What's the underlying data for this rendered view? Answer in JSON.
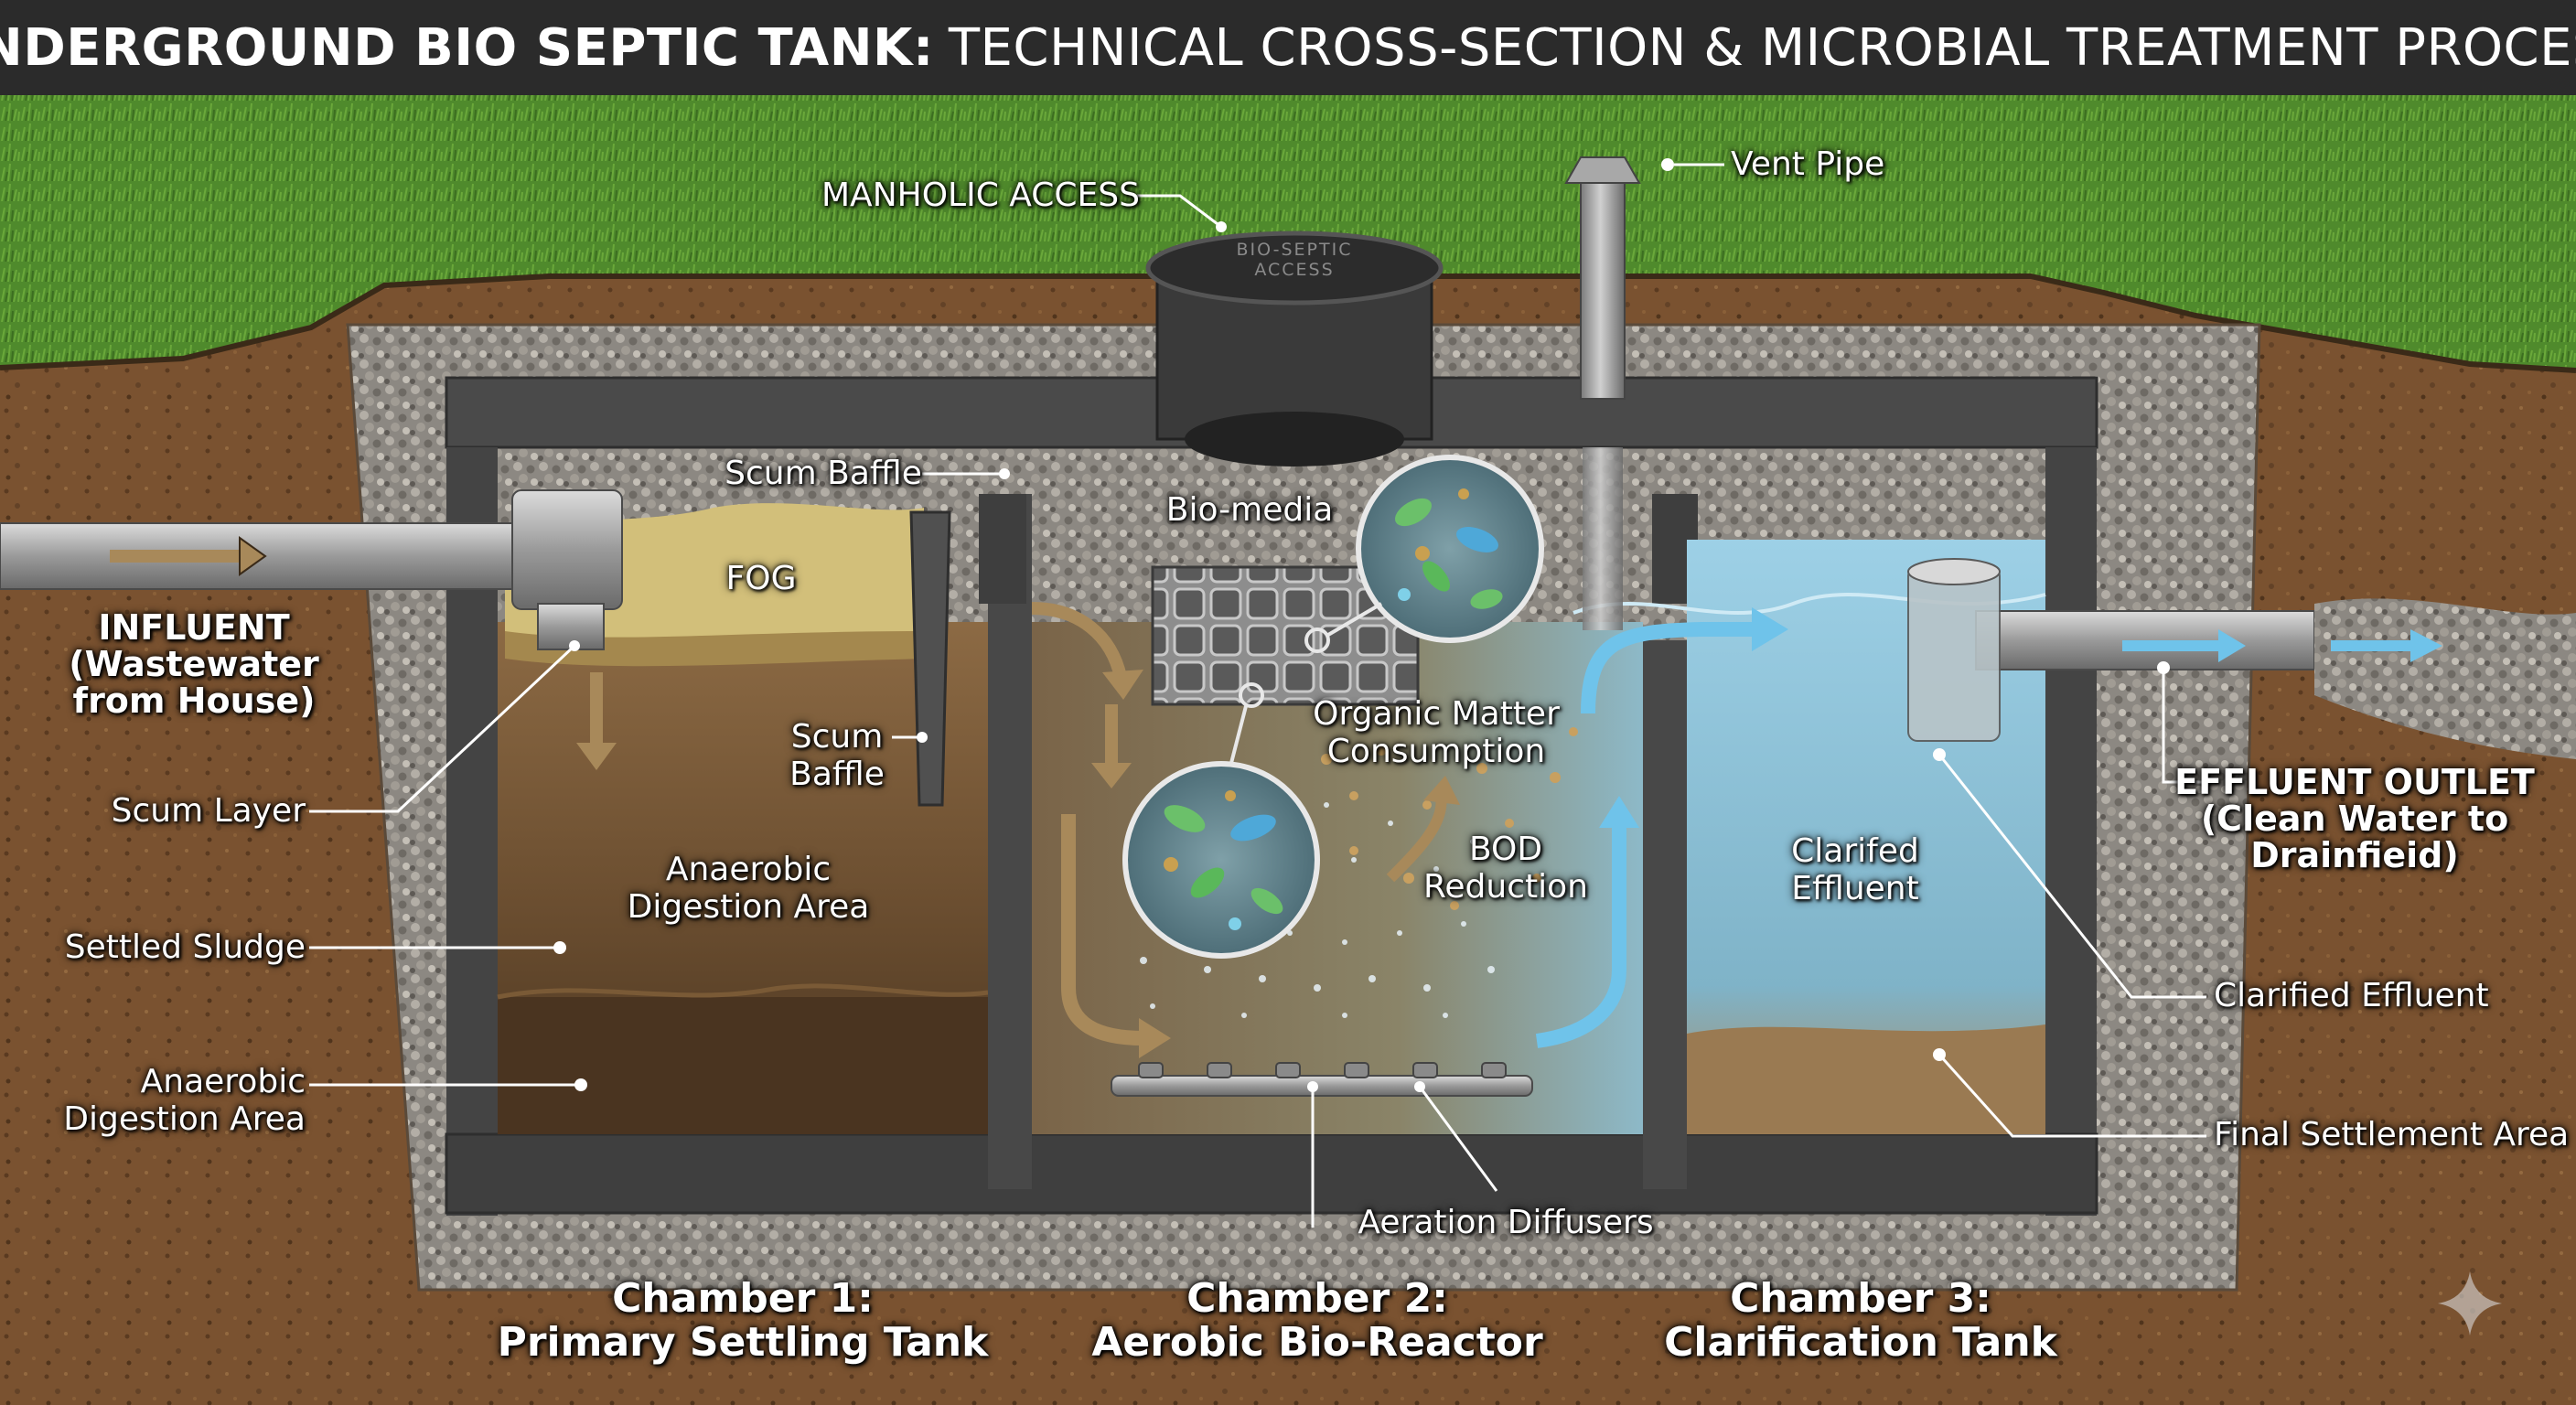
{
  "title": {
    "bold": "UNDERGROUND BIO SEPTIC TANK:",
    "regular": "TECHNICAL CROSS-SECTION & MICROBIAL TREATMENT PROCESS"
  },
  "lid_text": {
    "line1": "BIO-SEPTIC",
    "line2": "ACCESS"
  },
  "labels": {
    "manhole_access": "MANHOLIC ACCESS",
    "vent_pipe": "Vent Pipe",
    "scum_baffle_top": "Scum Baffle",
    "bio_media": "Bio-media",
    "fog": "FOG",
    "influent": {
      "l1": "INFLUENT",
      "l2": "(Wastewater",
      "l3": "from House)"
    },
    "scum_baffle_mid": {
      "l1": "Scum",
      "l2": "Baffle"
    },
    "organic_matter": {
      "l1": "Organic Matter",
      "l2": "Consumption"
    },
    "effluent_outlet": {
      "l1": "EFFLUENT OUTLET",
      "l2": "(Clean Water to",
      "l3": "Drainfieid)"
    },
    "scum_layer": "Scum Layer",
    "anaerobic_inner": {
      "l1": "Anaerobic",
      "l2": "Digestion Area"
    },
    "bod_reduction": {
      "l1": "BOD",
      "l2": "Reduction"
    },
    "clarified_inner": {
      "l1": "Clarifed",
      "l2": "Effluent"
    },
    "settled_sludge": "Settled Sludge",
    "clarified_effluent": "Clarified Effluent",
    "anaerobic_left": {
      "l1": "Anaerobic",
      "l2": "Digestion Area"
    },
    "final_settlement": "Final Settlement Area",
    "aeration_diffusers": "Aeration Diffusers"
  },
  "chambers": [
    {
      "l1": "Chamber 1:",
      "l2": "Primary Settling Tank"
    },
    {
      "l1": "Chamber 2:",
      "l2": "Aerobic Bio-Reactor"
    },
    {
      "l1": "Chamber 3:",
      "l2": "Clarification Tank"
    }
  ],
  "colors": {
    "grass": "#4f8a2c",
    "soil": "#7a5230",
    "concrete": "#4a4a4a",
    "sludge": "#6e5132",
    "clean_water": "#8fc3dc",
    "flow_brown": "#a8895a",
    "flow_blue": "#6fc3ea"
  }
}
